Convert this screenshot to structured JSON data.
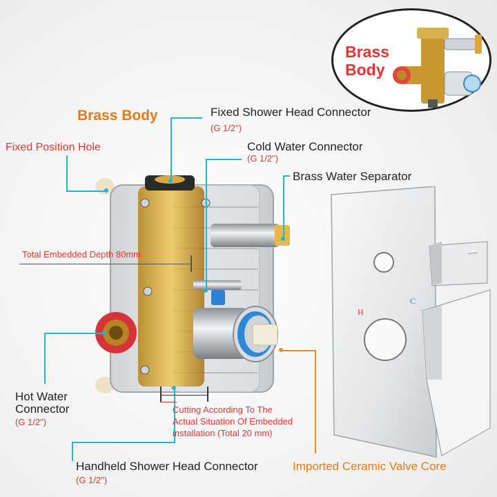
{
  "bubble": {
    "line1": "Brass",
    "line2": "Body"
  },
  "labels": {
    "brass_body": "Brass Body",
    "fixed_shower_head": "Fixed Shower Head Connector",
    "fixed_shower_head_size": "(G 1/2\")",
    "cold_water": "Cold Water Connector",
    "cold_water_size": "(G 1/2\")",
    "brass_separator": "Brass Water Separator",
    "fixed_position_hole": "Fixed Position Hole",
    "embedded_depth": "Total Embedded Depth 80mm",
    "hot_water_line1": "Hot Water",
    "hot_water_line2": "Connector",
    "hot_water_size": "(G 1/2\")",
    "cutting_line1": "Cutting According To The",
    "cutting_line2": "Actual Situation Of Embedded",
    "cutting_line3": "installation (Total 20 mm)",
    "handheld": "Handheld Shower Head Connector",
    "handheld_size": "(G 1/2\")",
    "ceramic_core": "Imported Ceramic Valve Core"
  },
  "plate_marks": {
    "hot": "H",
    "cold": "C"
  },
  "colors": {
    "accent_red": "#e3342f",
    "accent_orange": "#e07b17",
    "leader_blue": "#1fb6d6",
    "brass": "#d4a537"
  }
}
